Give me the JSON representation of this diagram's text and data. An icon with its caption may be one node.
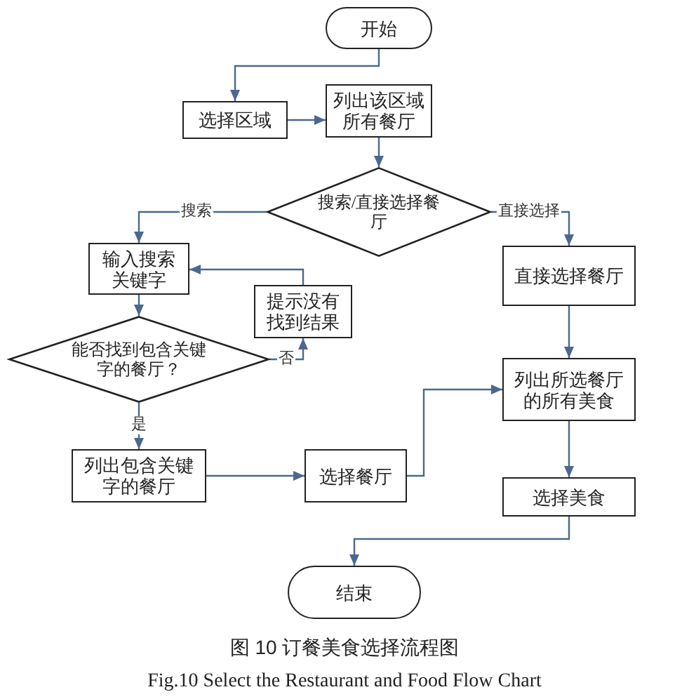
{
  "diagram": {
    "caption": "图 10 订餐美食选择流程图",
    "nodes": [
      {
        "text": [
          "开始"
        ]
      },
      {
        "text": [
          "选择区域"
        ]
      },
      {
        "text": [
          "列出该区域所有餐厅"
        ]
      },
      {
        "text": [
          "搜索/直接选择餐厅"
        ]
      },
      {
        "text": [
          "输入搜索关键字"
        ]
      },
      {
        "text": [
          "提示没有找到结果"
        ]
      },
      {
        "text": [
          "能否找到包含关键字的餐厅？"
        ]
      },
      {
        "text": [
          "列出包含关键字的餐厅"
        ]
      },
      {
        "text": [
          "选择餐厅"
        ]
      },
      {
        "text": [
          "直接选择餐厅"
        ]
      },
      {
        "text": [
          "列出所选餐厅的所有美食"
        ]
      },
      {
        "text": [
          "选择美食"
        ]
      },
      {
        "text": [
          "结束"
        ]
      }
    ],
    "edges": [
      {
        "from": 0,
        "to": 1,
        "arrow": "to"
      },
      {
        "from": 1,
        "to": 2,
        "arrow": "to"
      },
      {
        "from": 2,
        "to": 3,
        "arrow": "to"
      },
      {
        "from": 3,
        "to": 4,
        "arrow": "to",
        "label": "搜索"
      },
      {
        "from": 3,
        "to": 9,
        "arrow": "to",
        "label": "直接选择"
      },
      {
        "from": 4,
        "to": 6,
        "arrow": "to"
      },
      {
        "from": 6,
        "to": 5,
        "arrow": "to",
        "label": "否"
      },
      {
        "from": 5,
        "to": 4,
        "arrow": "to"
      },
      {
        "from": 6,
        "to": 7,
        "arrow": "to",
        "label": "是"
      },
      {
        "from": 7,
        "to": 8,
        "arrow": "to"
      },
      {
        "from": 8,
        "to": 10,
        "arrow": "to"
      },
      {
        "from": 9,
        "to": 10,
        "arrow": "to"
      },
      {
        "from": 10,
        "to": 11,
        "arrow": "to"
      },
      {
        "from": 11,
        "to": 12,
        "arrow": "to"
      }
    ],
    "labels": [
      "Fig.10 Select the Restaurant and Food Flow Chart"
    ]
  }
}
